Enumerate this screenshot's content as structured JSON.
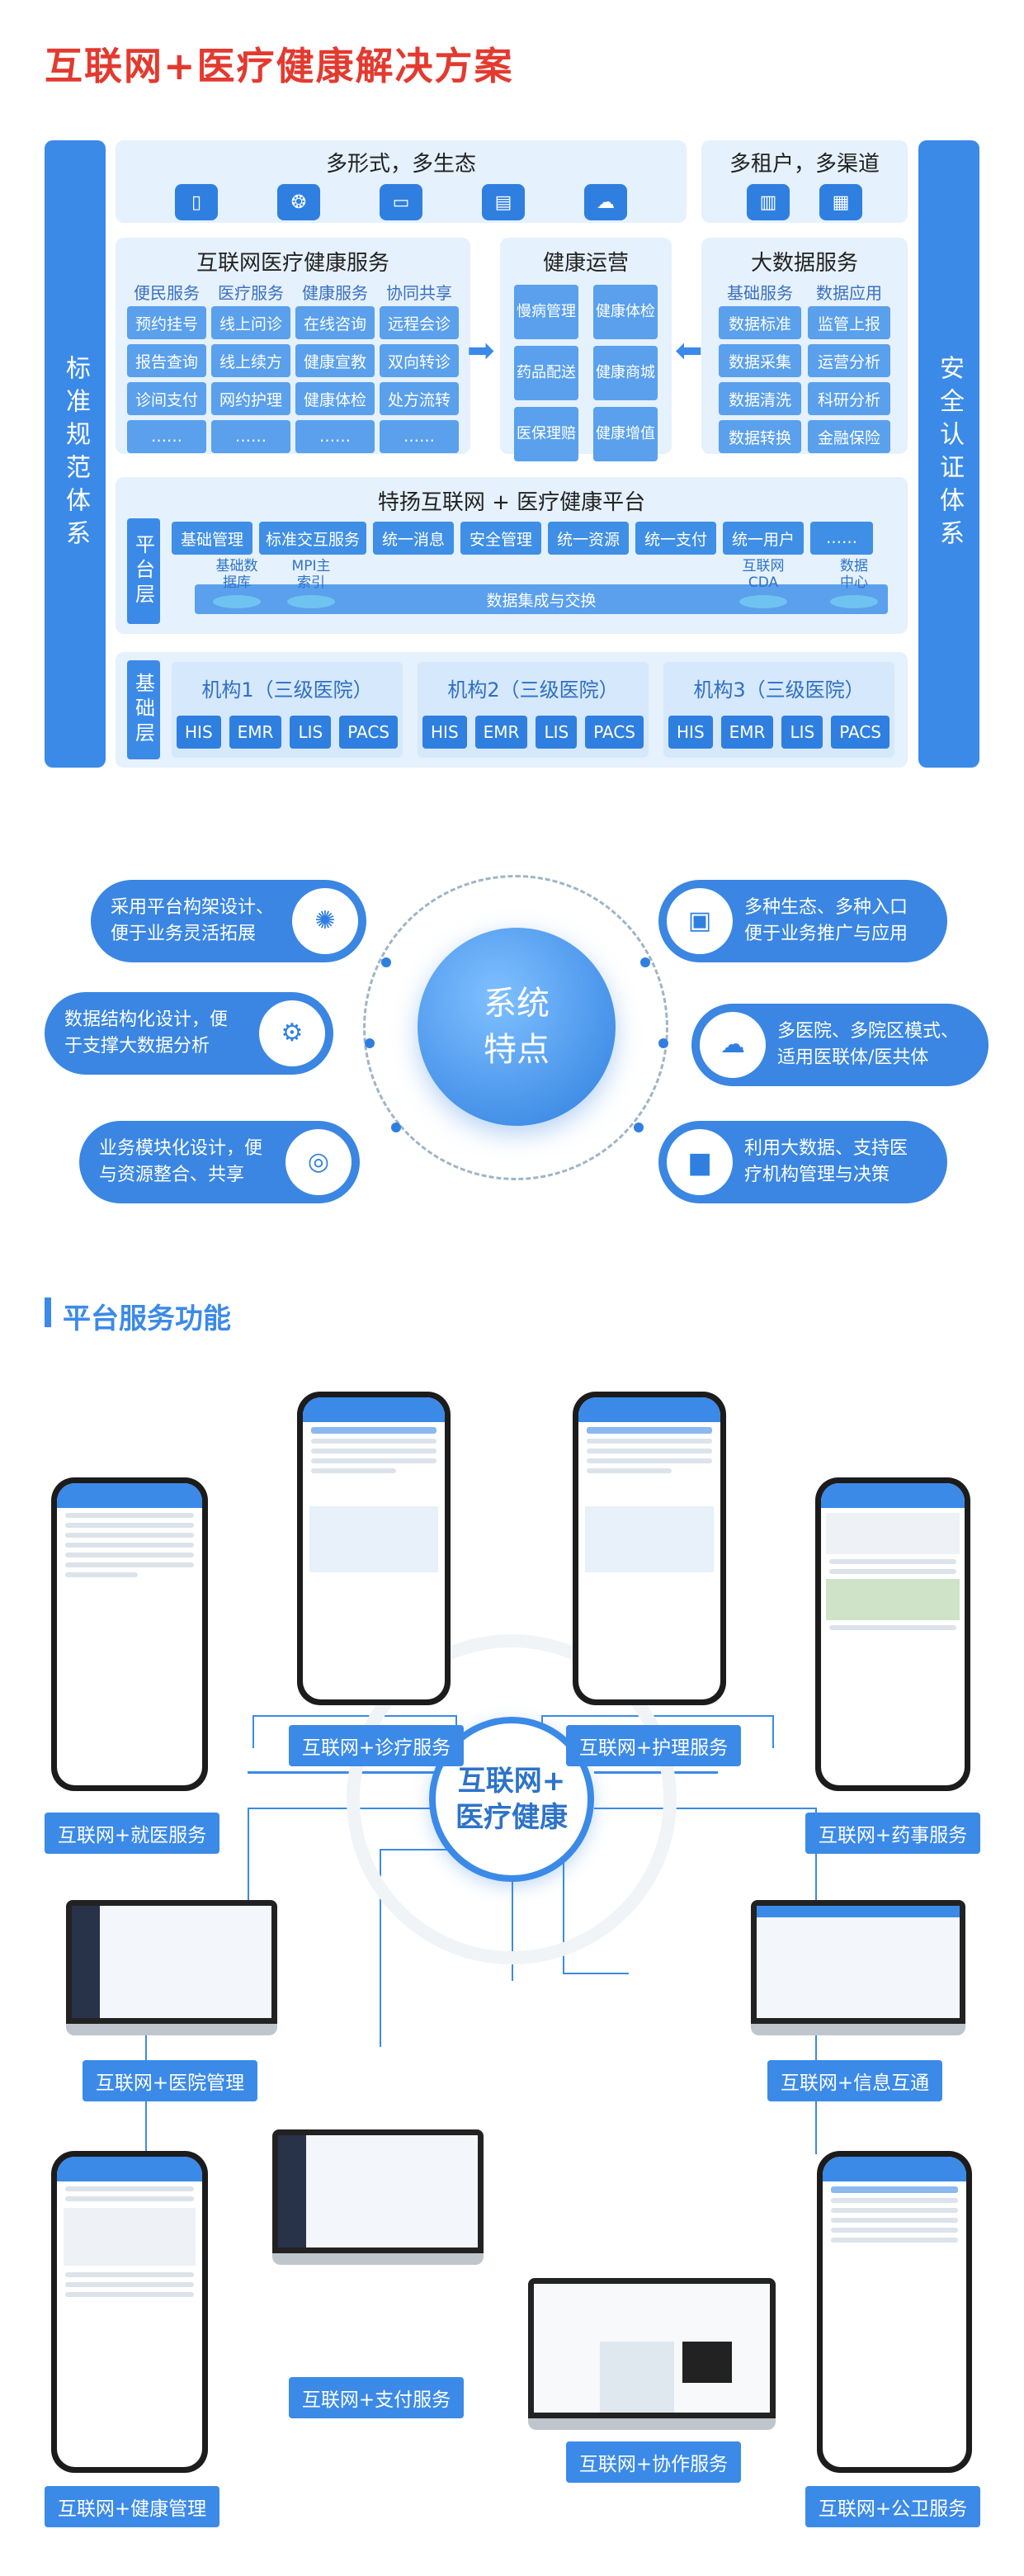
{
  "title": "互联网+医疗健康解决方案",
  "left_bar": "标准规范体系",
  "right_bar": "安全认证体系",
  "top_left_panel": {
    "title": "多形式，多生态"
  },
  "top_right_panel": {
    "title": "多租户，多渠道"
  },
  "internet_panel": {
    "title": "互联网医疗健康服务",
    "columns": [
      {
        "header": "便民服务",
        "items": [
          "预约挂号",
          "报告查询",
          "诊间支付",
          "……"
        ]
      },
      {
        "header": "医疗服务",
        "items": [
          "线上问诊",
          "线上续方",
          "网约护理",
          "……"
        ]
      },
      {
        "header": "健康服务",
        "items": [
          "在线咨询",
          "健康宣教",
          "健康体检",
          "……"
        ]
      },
      {
        "header": "协同共享",
        "items": [
          "远程会诊",
          "双向转诊",
          "处方流转",
          "……"
        ]
      }
    ]
  },
  "ops_panel": {
    "title": "健康运营",
    "tiles": [
      "慢病管理",
      "健康体检",
      "药品配送",
      "健康商城",
      "医保理赔",
      "健康增值"
    ]
  },
  "bigdata_panel": {
    "title": "大数据服务",
    "columns": [
      {
        "header": "基础服务",
        "items": [
          "数据标准",
          "数据采集",
          "数据清洗",
          "数据转换"
        ]
      },
      {
        "header": "数据应用",
        "items": [
          "监管上报",
          "运营分析",
          "科研分析",
          "金融保险"
        ]
      }
    ]
  },
  "platform": {
    "title": "特扬互联网 + 医疗健康平台",
    "layer": "平台层",
    "buttons": [
      "基础管理",
      "标准交互服务",
      "统一消息",
      "安全管理",
      "统一资源",
      "统一支付",
      "统一用户",
      "……"
    ],
    "disks": [
      "基础数据库",
      "MPI主索引",
      "互联网CDA",
      "数据中心"
    ],
    "bar": "数据集成与交换"
  },
  "base": {
    "layer": "基础层",
    "institutions": [
      {
        "name": "机构1（三级医院）",
        "systems": [
          "HIS",
          "EMR",
          "LIS",
          "PACS"
        ]
      },
      {
        "name": "机构2（三级医院）",
        "systems": [
          "HIS",
          "EMR",
          "LIS",
          "PACS"
        ]
      },
      {
        "name": "机构3（三级医院）",
        "systems": [
          "HIS",
          "EMR",
          "LIS",
          "PACS"
        ]
      }
    ]
  },
  "features": {
    "center": [
      "系统",
      "特点"
    ],
    "left": [
      {
        "l1": "采用平台构架设计、",
        "l2": "便于业务灵活拓展",
        "icon": "bulb-icon"
      },
      {
        "l1": "数据结构化设计，便",
        "l2": "于支撑大数据分析",
        "icon": "gear-head-icon"
      },
      {
        "l1": "业务模块化设计，便",
        "l2": "与资源整合、共享",
        "icon": "target-icon"
      }
    ],
    "right": [
      {
        "l1": "多种生态、多种入口",
        "l2": "便于业务推广与应用",
        "icon": "app-icon"
      },
      {
        "l1": "多医院、多院区模式、",
        "l2": "适用医联体/医共体",
        "icon": "cloud-doctor-icon"
      },
      {
        "l1": "利用大数据、支持医",
        "l2": "疗机构管理与决策",
        "icon": "bar-chart-icon"
      }
    ]
  },
  "services": {
    "heading": "平台服务功能",
    "center": [
      "互联网+",
      "医疗健康"
    ],
    "labels": {
      "consult": "互联网+诊疗服务",
      "nursing": "互联网+护理服务",
      "medical": "互联网+就医服务",
      "pharmacy": "互联网+药事服务",
      "hospital": "互联网+医院管理",
      "info": "互联网+信息互通",
      "health": "互联网+健康管理",
      "payment": "互联网+支付服务",
      "collab": "互联网+协作服务",
      "public": "互联网+公卫服务"
    }
  },
  "colors": {
    "accent": "#3b8ae8",
    "title": "#e33a2f",
    "panel": "#e5f1fc"
  }
}
